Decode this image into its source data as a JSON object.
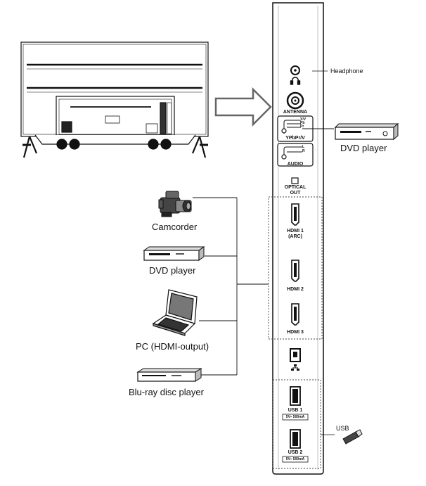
{
  "panel": {
    "headphone": "Headphone",
    "antenna": "ANTENNA",
    "ypbpr": "YPbPr/V",
    "ypbpr_pins": [
      "Y/V",
      "Pb",
      "Pr"
    ],
    "audio": "AUDIO",
    "audio_pins": [
      "L",
      "R"
    ],
    "optical_line1": "OPTICAL",
    "optical_line2": "OUT",
    "hdmi1_line1": "HDMI 1",
    "hdmi1_line2": "(ARC)",
    "hdmi2": "HDMI 2",
    "hdmi3": "HDMI 3",
    "usb1": "USB 1",
    "usb2": "USB 2",
    "usb_rating": "5V⎯ 500mA"
  },
  "devices": {
    "dvd_right": "DVD player",
    "camcorder": "Camcorder",
    "dvd_left": "DVD player",
    "pc": "PC (HDMI-output)",
    "bluray": "Blu-ray disc player",
    "usb_stick": "USB"
  }
}
